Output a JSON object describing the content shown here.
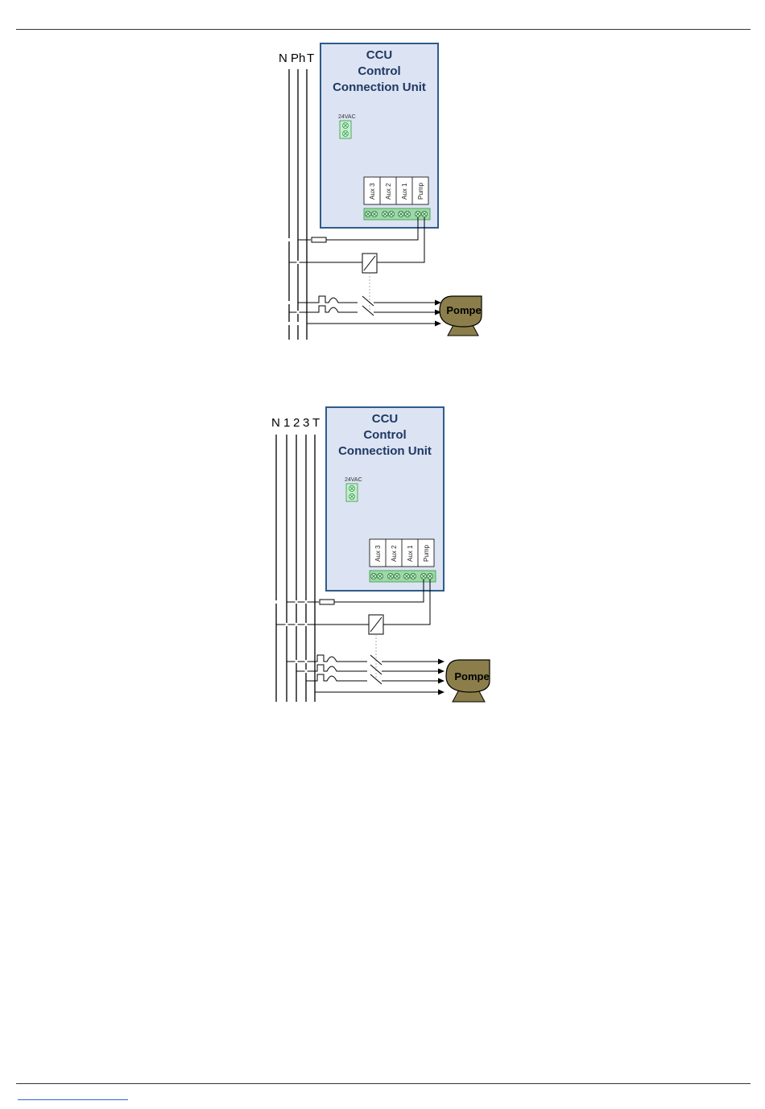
{
  "diagram_single_phase": {
    "bus_labels": [
      "N",
      "Ph",
      "T"
    ],
    "ccu_title": [
      "CCU",
      "Control",
      "Connection Unit"
    ],
    "supply_label": "24VAC",
    "terminals": [
      "Aux 3",
      "Aux 2",
      "Aux 1",
      "Pump"
    ],
    "load_label": "Pompe"
  },
  "diagram_three_phase": {
    "bus_labels": [
      "N",
      "1",
      "2",
      "3",
      "T"
    ],
    "ccu_title": [
      "CCU",
      "Control",
      "Connection Unit"
    ],
    "supply_label": "24VAC",
    "terminals": [
      "Aux 3",
      "Aux 2",
      "Aux 1",
      "Pump"
    ],
    "load_label": "Pompe"
  },
  "colors": {
    "ccu_fill": "#dce3f2",
    "ccu_border": "#2e5c8a",
    "title": "#1f3864",
    "terminal_green": "#9fd8a6",
    "terminal_stroke": "#2e9a4a",
    "pump_fill": "#8b7e4a"
  }
}
